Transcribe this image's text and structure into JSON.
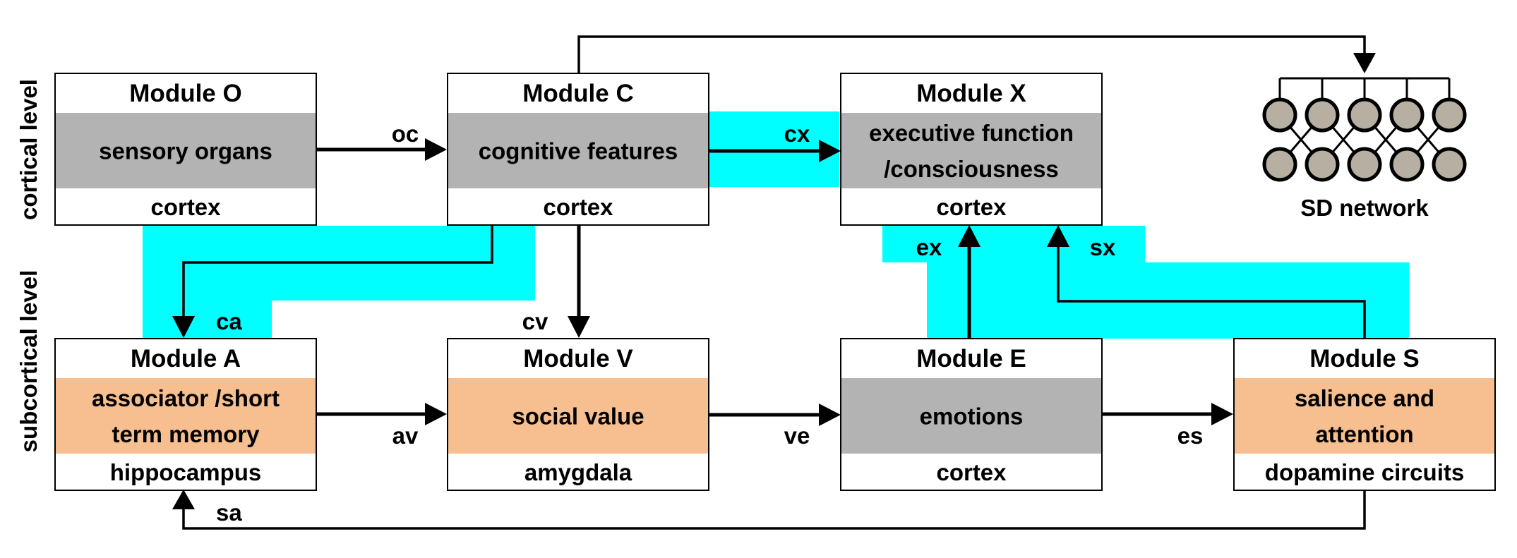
{
  "levels": {
    "cortical": "cortical level",
    "subcortical": "subcortical level"
  },
  "modules": {
    "O": {
      "title": "Module O",
      "mid": [
        "sensory organs"
      ],
      "sub": "cortex",
      "band": "gray"
    },
    "C": {
      "title": "Module C",
      "mid": [
        "cognitive features"
      ],
      "sub": "cortex",
      "band": "gray"
    },
    "X": {
      "title": "Module X",
      "mid": [
        "executive function",
        "/consciousness"
      ],
      "sub": "cortex",
      "band": "gray"
    },
    "A": {
      "title": "Module A",
      "mid": [
        "associator /short",
        "term memory"
      ],
      "sub": "hippocampus",
      "band": "orange"
    },
    "V": {
      "title": "Module V",
      "mid": [
        "social value"
      ],
      "sub": "amygdala",
      "band": "orange"
    },
    "E": {
      "title": "Module E",
      "mid": [
        "emotions"
      ],
      "sub": "cortex",
      "band": "gray"
    },
    "S": {
      "title": "Module S",
      "mid": [
        "salience and",
        "attention"
      ],
      "sub": "dopamine circuits",
      "band": "orange"
    }
  },
  "edges": {
    "oc": "oc",
    "cx": "cx",
    "ca": "ca",
    "cv": "cv",
    "av": "av",
    "ve": "ve",
    "es": "es",
    "ex": "ex",
    "sx": "sx",
    "sa": "sa"
  },
  "network": {
    "label": "SD network"
  },
  "colors": {
    "cyan": "#00ffff",
    "gray_band": "#b3b3b3",
    "orange_band": "#f7bf8f",
    "node_fill": "#b7b0a2",
    "line": "#000000"
  }
}
